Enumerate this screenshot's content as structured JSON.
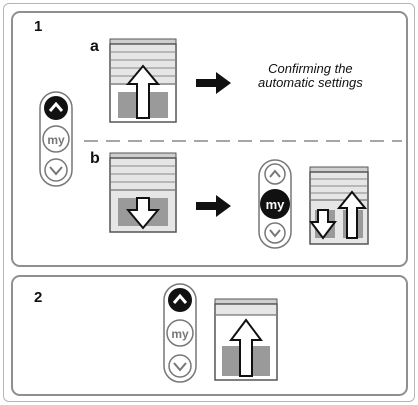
{
  "panels": [
    {
      "number": "1",
      "steps": [
        {
          "label": "a",
          "caption_line1": "Confirming the",
          "caption_line2": "automatic settings"
        },
        {
          "label": "b"
        }
      ]
    },
    {
      "number": "2"
    }
  ],
  "remote": {
    "up_icon": "chevron-up-icon",
    "my_label": "my",
    "down_icon": "chevron-down-icon"
  },
  "colors": {
    "border": "#8f8f8f",
    "dark": "#111111",
    "shade": "#e6e6e6",
    "slat": "#888888"
  }
}
